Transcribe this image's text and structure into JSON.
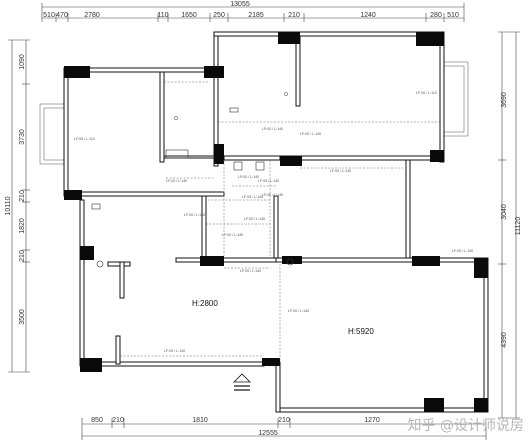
{
  "dimensions": {
    "top_total": "13055",
    "top_segments": [
      "510",
      "470",
      "2780",
      "110",
      "1650",
      "250",
      "2185",
      "210",
      "1240",
      "280",
      "510"
    ],
    "bottom_segments": [
      "850",
      "210",
      "1810",
      "210",
      "1270"
    ],
    "bottom_total": "12555",
    "left_total": "10110",
    "left_segments": [
      "1090",
      "3730",
      "210",
      "1820",
      "210",
      "3500"
    ],
    "right_total": "11120",
    "right_segments": [
      "3690",
      "3040",
      "4390"
    ]
  },
  "rooms": [
    {
      "label": "H:2800"
    },
    {
      "label": "H:5920"
    }
  ],
  "beam_notes": [
    "LF:00 / L:110",
    "LF:00 / L:110",
    "LF:00 / L:140",
    "LF:00 / L:140",
    "LF:00 / L:140",
    "LF:00 / L:140",
    "LF:00 / L:140",
    "LF:00 / L:140",
    "LF:00 / L:140",
    "LF:00 / L:140",
    "LF:00 / L:140",
    "LF:00 / L:140",
    "LF:00 / L:140",
    "LF:00 / L:140",
    "LF:00 / L:140",
    "LF:00 / L:140",
    "LF:00 / L:140"
  ],
  "watermark": "知乎 @设计师说房",
  "entry_icon": "entry-arrow-icon",
  "colors": {
    "wall": "#111111",
    "column": "#0a0a0a",
    "annotation": "#555555"
  }
}
